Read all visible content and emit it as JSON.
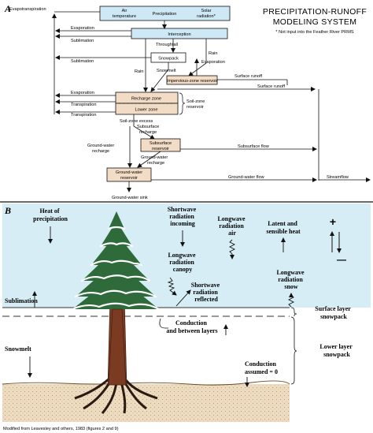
{
  "title": {
    "line1": "PRECIPITATION-RUNOFF",
    "line2": "MODELING SYSTEM",
    "note": "* Not input into the Feather River PRMS"
  },
  "panel_a": {
    "label": "A",
    "inputs": {
      "air_temperature_1": "Air",
      "air_temperature_2": "temperature",
      "precipitation": "Precipitation",
      "solar_radiation_1": "Solar",
      "solar_radiation_2": "radiation*"
    },
    "evapotranspiration": "Evapotranspiration",
    "evaporation_top": "Evaporation",
    "sublimation_1": "Sublimation",
    "interception": "Interception",
    "throughfall": "Throughfall",
    "sublimation_2": "Sublimation",
    "snowpack": "Snowpack",
    "rain_1": "Rain",
    "rain_2": "Rain",
    "snowmelt": "Snowmelt",
    "evaporation_mid": "Evaporation",
    "impervious_zone": "Impervious-zone reservoir",
    "surface_runoff_1": "Surface runoff",
    "surface_runoff_2": "Surface runoff",
    "evaporation_soil": "Evaporation",
    "transpiration_1": "Transpiration",
    "transpiration_2": "Transpiration",
    "recharge_zone": "Recharge zone",
    "lower_zone": "Lower zone",
    "soil_zone_reservoir_1": "Soil-zone",
    "soil_zone_reservoir_2": "reservoir",
    "soil_zone_excess": "Soil-zone excess",
    "subsurface_recharge_1": "Subsurface",
    "subsurface_recharge_2": "recharge",
    "gw_recharge_left_1": "Ground-water",
    "gw_recharge_left_2": "recharge",
    "subsurface_reservoir_1": "Subsurface",
    "subsurface_reservoir_2": "reservoir",
    "subsurface_flow": "Subsurface flow",
    "gw_recharge_right_1": "Ground-water",
    "gw_recharge_right_2": "recharge",
    "gw_reservoir_1": "Ground-water",
    "gw_reservoir_2": "reservoir",
    "ground_water_flow": "Ground-water flow",
    "streamflow": "Streamflow",
    "ground_water_sink": "Ground-water sink"
  },
  "panel_b": {
    "label": "B",
    "heat_of_precipitation": [
      "Heat of",
      "precipitation"
    ],
    "shortwave_incoming": [
      "Shortwave",
      "radiation",
      "incoming"
    ],
    "longwave_air": [
      "Longwave",
      "radiation",
      "air"
    ],
    "latent_sensible": [
      "Latent and",
      "sensible heat"
    ],
    "plus": "+",
    "minus": "—",
    "longwave_canopy": [
      "Longwave",
      "radiation",
      "canopy"
    ],
    "shortwave_reflected": [
      "Shortwave",
      "radiation",
      "reflected"
    ],
    "longwave_snow": [
      "Longwave",
      "radiation",
      "snow"
    ],
    "sublimation": "Sublimation",
    "surface_layer": [
      "Surface layer",
      "snowpack"
    ],
    "conduction_between": [
      "Conduction",
      "and between layers"
    ],
    "snowmelt": "Snowmelt",
    "lower_layer": [
      "Lower layer",
      "snowpack"
    ],
    "conduction_assumed": [
      "Conduction",
      "assumed = 0"
    ]
  },
  "credit": "Modified from Leavesley and others, 1983 (figures 2 and 9)",
  "colors": {
    "box_blue": "#cfe8f5",
    "reservoir_tan": "#f2dcc6",
    "sky_blue": "#d6edf6",
    "ground_tan": "#eedcc0",
    "trunk_brown": "#7a3b22",
    "tree_green": "#2f6b3a"
  }
}
